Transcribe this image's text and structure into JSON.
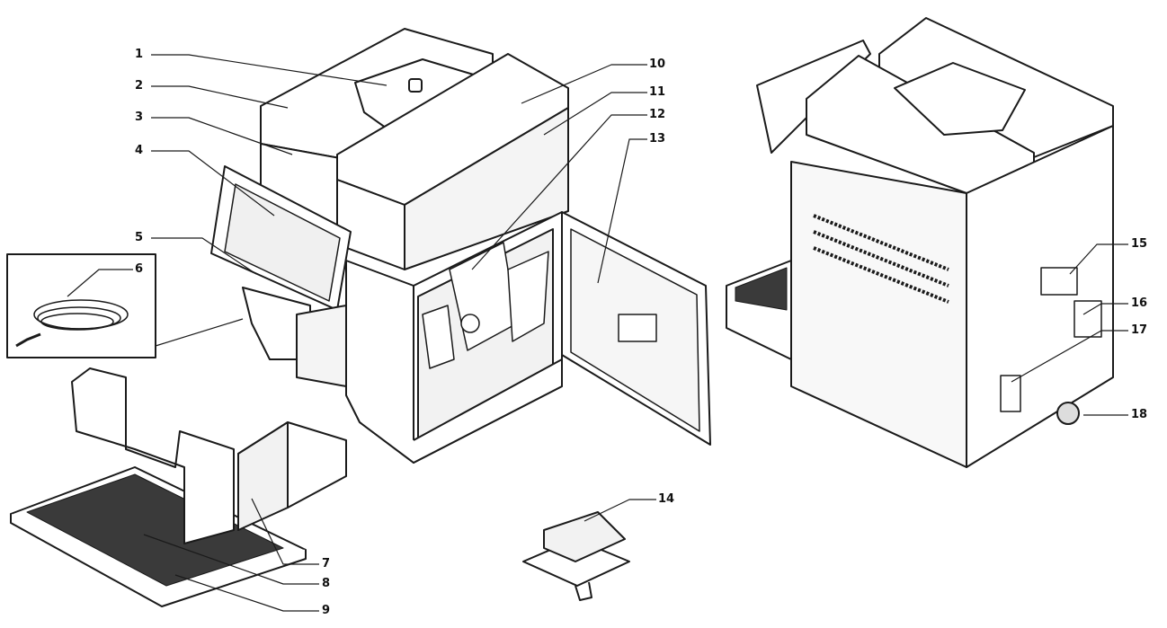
{
  "callouts": [
    {
      "id": "1",
      "text": "1"
    },
    {
      "id": "2",
      "text": "2"
    },
    {
      "id": "3",
      "text": "3"
    },
    {
      "id": "4",
      "text": "4"
    },
    {
      "id": "5",
      "text": "5"
    },
    {
      "id": "6",
      "text": "6"
    },
    {
      "id": "7",
      "text": "7"
    },
    {
      "id": "8",
      "text": "8"
    },
    {
      "id": "9",
      "text": "9"
    },
    {
      "id": "10",
      "text": "10"
    },
    {
      "id": "11",
      "text": "11"
    },
    {
      "id": "12",
      "text": "12"
    },
    {
      "id": "13",
      "text": "13"
    },
    {
      "id": "14",
      "text": "14"
    },
    {
      "id": "15",
      "text": "15"
    },
    {
      "id": "16",
      "text": "16"
    },
    {
      "id": "17",
      "text": "17"
    },
    {
      "id": "18",
      "text": "18"
    }
  ],
  "colors": {
    "line": "#1a1a1a",
    "fill": "#ffffff",
    "shade": "#e6e6e6",
    "grille": "#2a2a2a"
  }
}
